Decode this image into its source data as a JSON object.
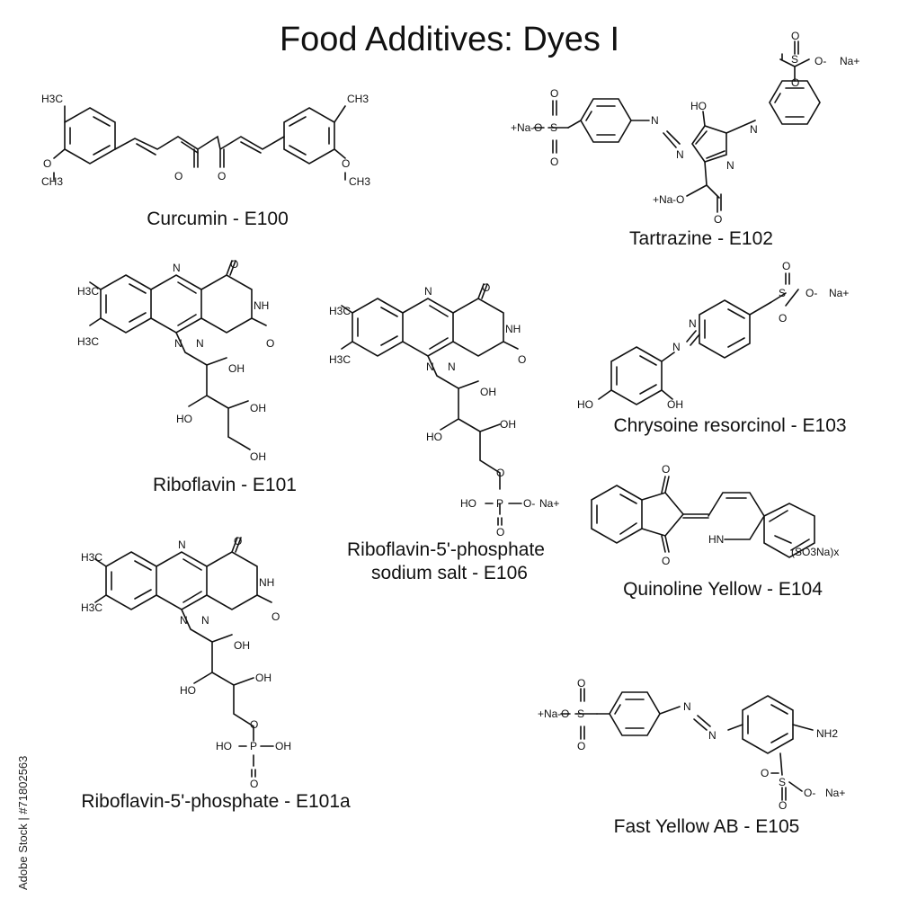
{
  "title": "Food Additives: Dyes I",
  "watermark": "Adobe Stock | #71802563",
  "molecules": {
    "curcumin": {
      "caption": "Curcumin - E100",
      "labels": [
        "H3C",
        "O",
        "CH3",
        "O",
        "O",
        "CH3",
        "O",
        "CH3"
      ]
    },
    "tartrazine": {
      "caption": "Tartrazine - E102",
      "labels": [
        "+Na",
        "-O",
        "S",
        "O",
        "O",
        "N",
        "N",
        "HO",
        "N",
        "N",
        "O",
        "-O",
        "+Na",
        "S",
        "O",
        "O",
        "O-",
        "Na+"
      ]
    },
    "riboflavin": {
      "caption": "Riboflavin - E101",
      "labels": [
        "H3C",
        "H3C",
        "N",
        "N",
        "N",
        "O",
        "NH",
        "O",
        "OH",
        "HO",
        "OH",
        "OH"
      ]
    },
    "riboflavin_phosphate_sodium": {
      "caption_line1": "Riboflavin-5'-phosphate",
      "caption_line2": "sodium salt - E106",
      "labels": [
        "H3C",
        "H3C",
        "N",
        "N",
        "N",
        "O",
        "NH",
        "O",
        "OH",
        "HO",
        "OH",
        "O",
        "HO",
        "P",
        "O-",
        "Na+",
        "O"
      ]
    },
    "chrysoine": {
      "caption": "Chrysoine resorcinol - E103",
      "labels": [
        "N",
        "N",
        "S",
        "O",
        "O",
        "O-",
        "Na+",
        "HO",
        "OH"
      ]
    },
    "quinoline_yellow": {
      "caption": "Quinoline Yellow - E104",
      "labels": [
        "O",
        "O",
        "HN",
        "(SO3Na)x"
      ]
    },
    "riboflavin_phosphate": {
      "caption": "Riboflavin-5'-phosphate - E101a",
      "labels": [
        "H3C",
        "H3C",
        "N",
        "N",
        "N",
        "O",
        "NH",
        "O",
        "OH",
        "HO",
        "OH",
        "O",
        "HO",
        "P",
        "OH",
        "O"
      ]
    },
    "fast_yellow": {
      "caption": "Fast Yellow AB - E105",
      "labels": [
        "+Na",
        "-O",
        "S",
        "O",
        "O",
        "N",
        "N",
        "NH2",
        "S",
        "O",
        "O",
        "O-",
        "Na+"
      ]
    }
  }
}
